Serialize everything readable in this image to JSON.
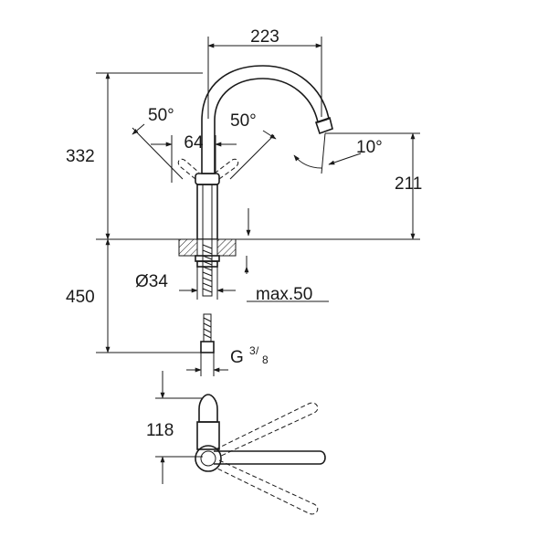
{
  "dimensions": {
    "spout_reach": "223",
    "total_height": "332",
    "spout_height": "211",
    "lever_offset": "64",
    "left_angle": "50°",
    "right_angle": "50°",
    "spout_angle": "10°",
    "below_deck_length": "450",
    "shank_diameter": "Ø34",
    "max_deck_thickness": "max.50",
    "connection_thread": "G",
    "thread_numerator": "3",
    "thread_denominator": "8",
    "lever_depth": "118"
  }
}
